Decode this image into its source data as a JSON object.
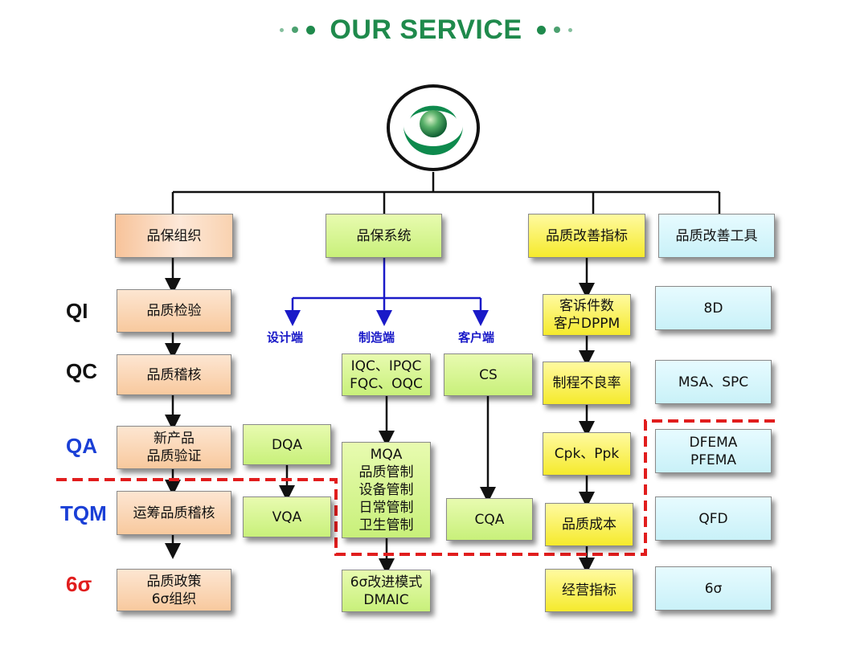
{
  "header": {
    "title": "OUR SERVICE"
  },
  "colors": {
    "brand": "#1f8a4c",
    "dashed": "#e11d1d",
    "qa": "#1a3fd6",
    "six_sigma": "#e11d1d"
  },
  "levels": {
    "qi": "QI",
    "qc": "QC",
    "qa": "QA",
    "tqm": "TQM",
    "six_sigma": "6σ"
  },
  "columns": {
    "org": {
      "header": "品保组织",
      "items": [
        "品质检验",
        "品质稽核",
        "新产品\n品质验证",
        "运筹品质稽核",
        "品质政策\n6σ组织"
      ]
    },
    "system": {
      "header": "品保系统",
      "branches": [
        "设计端",
        "制造端",
        "客户端"
      ],
      "design": [
        "DQA",
        "VQA"
      ],
      "manufacturing": [
        "IQC、IPQC\nFQC、OQC",
        "MQA\n品质管制\n设备管制\n日常管制\n卫生管制",
        "6σ改进模式\nDMAIC"
      ],
      "customer": [
        "CS",
        "CQA"
      ]
    },
    "metrics": {
      "header": "品质改善指标",
      "items": [
        "客诉件数\n客户DPPM",
        "制程不良率",
        "Cpk、Ppk",
        "品质成本",
        "经营指标"
      ]
    },
    "tools": {
      "header": "品质改善工具",
      "items": [
        "8D",
        "MSA、SPC",
        "DFEMA\nPFEMA",
        "QFD",
        "6σ"
      ]
    }
  }
}
